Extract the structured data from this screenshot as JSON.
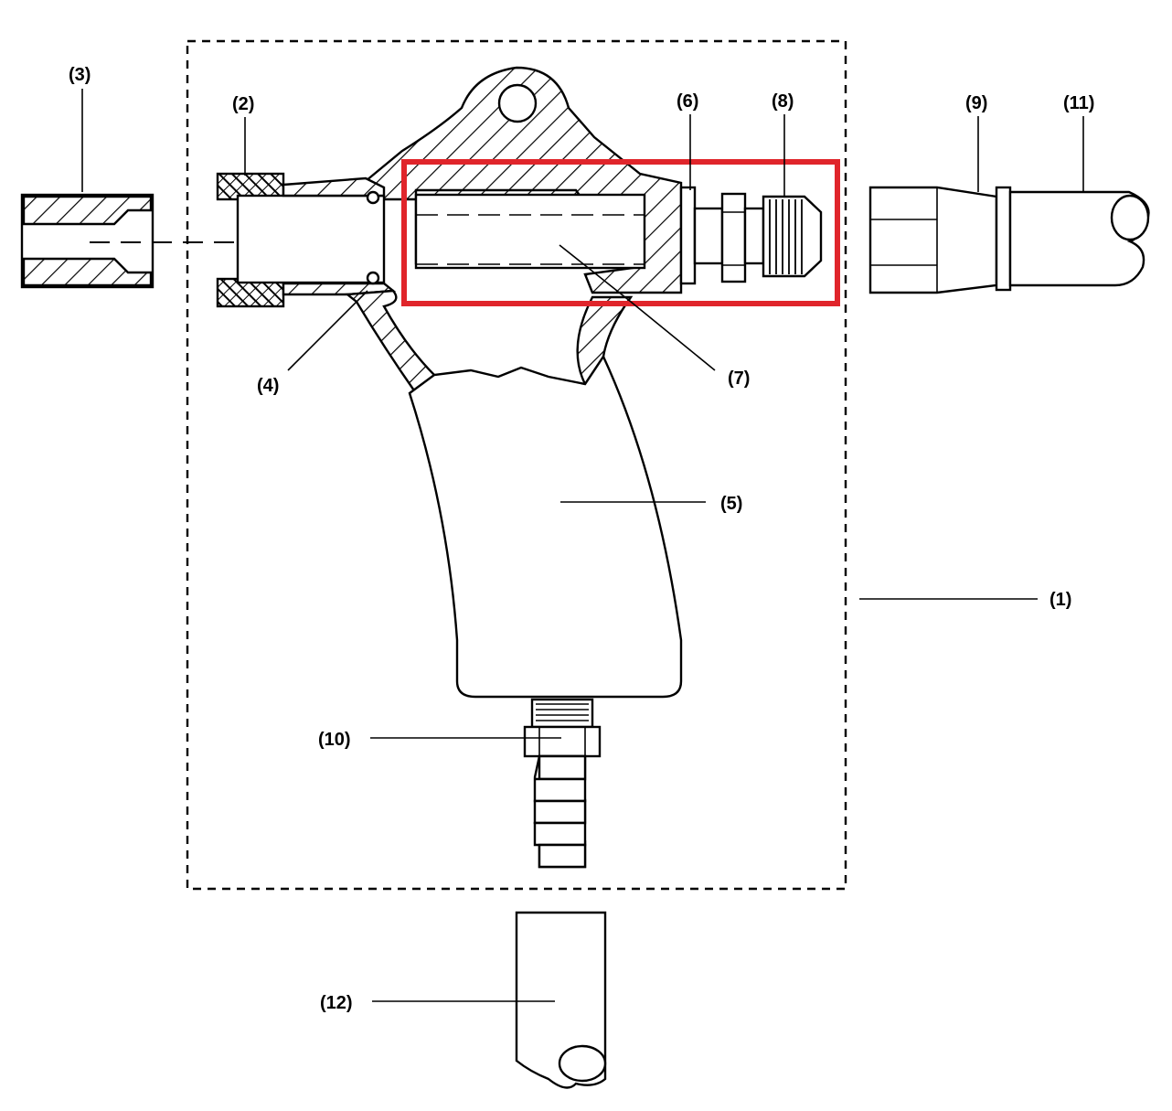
{
  "labels": {
    "l1": "(1)",
    "l2": "(2)",
    "l3": "(3)",
    "l4": "(4)",
    "l5": "(5)",
    "l6": "(6)",
    "l7": "(7)",
    "l8": "(8)",
    "l9": "(9)",
    "l10": "(10)",
    "l11": "(11)",
    "l12": "(12)"
  },
  "colors": {
    "highlight": "#e0252b",
    "line": "#000000",
    "background": "#ffffff"
  }
}
